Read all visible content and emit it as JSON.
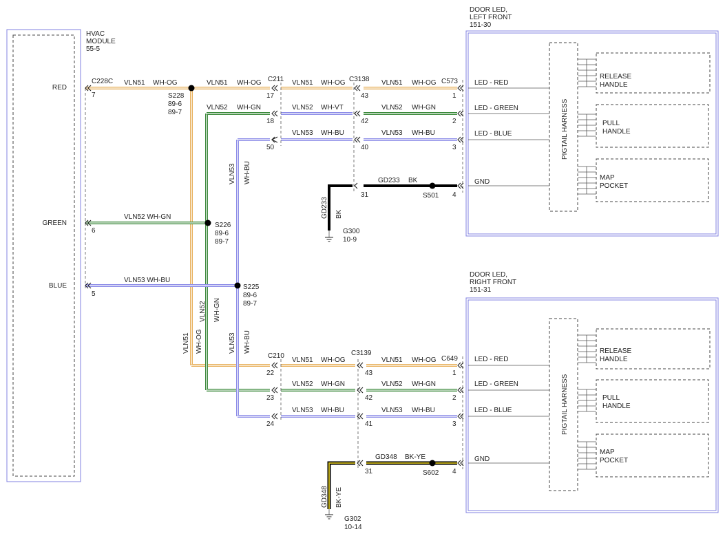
{
  "hvac": {
    "title1": "HVAC",
    "title2": "MODULE",
    "page": "55-5",
    "connector": "C228C",
    "pins": [
      {
        "label": "RED",
        "num": "7"
      },
      {
        "label": "GREEN",
        "num": "6"
      },
      {
        "label": "BLUE",
        "num": "5"
      }
    ]
  },
  "door_lf": {
    "title1": "DOOR LED,",
    "title2": "LEFT FRONT",
    "page": "151-30",
    "connector": "C573",
    "pins": [
      {
        "label": "LED - RED",
        "num": "1"
      },
      {
        "label": "LED - GREEN",
        "num": "2"
      },
      {
        "label": "LED - BLUE",
        "num": "3"
      },
      {
        "label": "GND",
        "num": "4"
      }
    ],
    "harness": "PIGTAIL HARNESS",
    "subs": [
      {
        "l1": "RELEASE",
        "l2": "HANDLE"
      },
      {
        "l1": "PULL",
        "l2": "HANDLE"
      },
      {
        "l1": "MAP",
        "l2": "POCKET"
      }
    ]
  },
  "door_rf": {
    "title1": "DOOR LED,",
    "title2": "RIGHT FRONT",
    "page": "151-31",
    "connector": "C649",
    "pins": [
      {
        "label": "LED - RED",
        "num": "1"
      },
      {
        "label": "LED - GREEN",
        "num": "2"
      },
      {
        "label": "LED - BLUE",
        "num": "3"
      },
      {
        "label": "GND",
        "num": "4"
      }
    ],
    "harness": "PIGTAIL HARNESS",
    "subs": [
      {
        "l1": "RELEASE",
        "l2": "HANDLE"
      },
      {
        "l1": "PULL",
        "l2": "HANDLE"
      },
      {
        "l1": "MAP",
        "l2": "POCKET"
      }
    ]
  },
  "connectors": {
    "c211": {
      "name": "C211",
      "pins": [
        "17",
        "18",
        "50"
      ]
    },
    "c3138": {
      "name": "C3138",
      "pins": [
        "43",
        "42",
        "40",
        "31"
      ]
    },
    "c210": {
      "name": "C210",
      "pins": [
        "22",
        "23",
        "24"
      ]
    },
    "c3139": {
      "name": "C3139",
      "pins": [
        "43",
        "42",
        "41",
        "31"
      ]
    }
  },
  "splices": {
    "s228": {
      "name": "S228",
      "ref1": "89-6",
      "ref2": "89-7"
    },
    "s226": {
      "name": "S226",
      "ref1": "89-6",
      "ref2": "89-7"
    },
    "s225": {
      "name": "S225",
      "ref1": "89-6",
      "ref2": "89-7"
    },
    "s501": {
      "name": "S501"
    },
    "s602": {
      "name": "S602"
    }
  },
  "grounds": {
    "g300": {
      "name": "G300",
      "page": "10-9"
    },
    "g302": {
      "name": "G302",
      "page": "10-14"
    }
  },
  "wires": {
    "vln51": "VLN51",
    "vln52": "VLN52",
    "vln53": "VLN53",
    "whog": "WH-OG",
    "whgn": "WH-GN",
    "whbu": "WH-BU",
    "whvt": "WH-VT",
    "vln52_whgn": "VLN52  WH-GN",
    "vln53_whbu": "VLN53  WH-BU",
    "gd233": "GD233",
    "bk": "BK",
    "gd348": "GD348",
    "bkye": "BK-YE"
  },
  "colors": {
    "orange": "#e8b15e",
    "green": "#3d8a3d",
    "blue": "#8e8ee8",
    "yellow": "#d4bf1e",
    "black": "#000000",
    "box": "#8080e0"
  }
}
